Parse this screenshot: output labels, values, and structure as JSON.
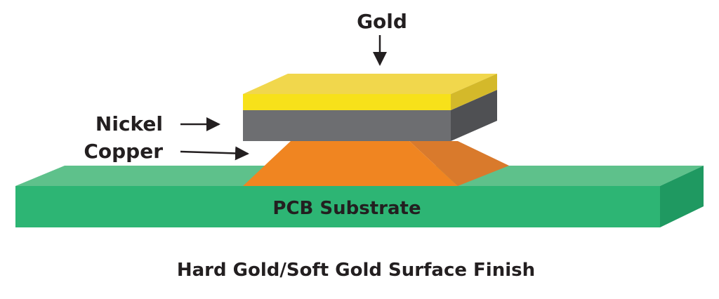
{
  "diagram": {
    "caption": "Hard Gold/Soft Gold Surface Finish",
    "labels": {
      "gold": "Gold",
      "nickel": "Nickel",
      "copper": "Copper",
      "substrate": "PCB Substrate"
    },
    "layers": [
      {
        "name": "gold",
        "color": "#f7e11a"
      },
      {
        "name": "nickel",
        "color": "#6d6e71"
      },
      {
        "name": "copper",
        "color": "#f08521"
      },
      {
        "name": "pcb-substrate",
        "color": "#2db574"
      }
    ]
  }
}
